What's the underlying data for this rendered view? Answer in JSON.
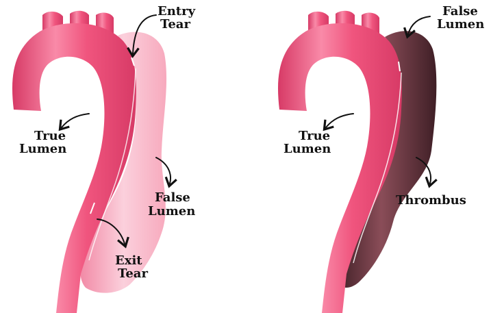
{
  "colors": {
    "aorta": "#f0557e",
    "aorta_dark": "#d73a66",
    "aorta_light": "#f98aa8",
    "false_lumen_open": "#f7a9bd",
    "false_lumen_open_light": "#fbd0dc",
    "thrombus": "#6b3a44",
    "thrombus_dark": "#3f1f26",
    "label_text": "#111111"
  },
  "left_panel": {
    "labels": {
      "entry_tear": [
        "Entry",
        "Tear"
      ],
      "true_lumen": [
        "True",
        "Lumen"
      ],
      "false_lumen": [
        "False",
        "Lumen"
      ],
      "exit_tear": [
        "Exit",
        "Tear"
      ]
    }
  },
  "right_panel": {
    "labels": {
      "false_lumen": [
        "False",
        "Lumen"
      ],
      "true_lumen": [
        "True",
        "Lumen"
      ],
      "thrombus": [
        "Thrombus"
      ]
    }
  }
}
